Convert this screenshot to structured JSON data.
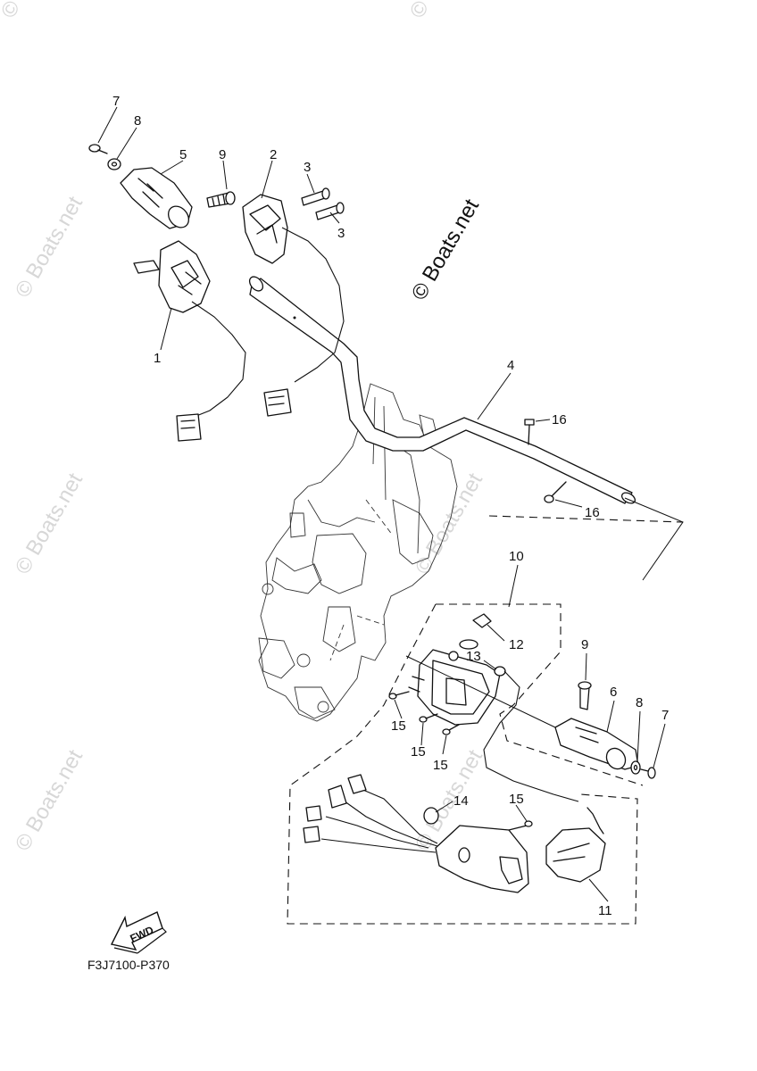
{
  "watermark": {
    "text": "© Boats.net",
    "main_text": "© Boats.net"
  },
  "diagram_code": "F3J7100-P370",
  "fwd_label": "FWD",
  "callouts": [
    {
      "id": "c7a",
      "text": "7"
    },
    {
      "id": "c8a",
      "text": "8"
    },
    {
      "id": "c5",
      "text": "5"
    },
    {
      "id": "c9a",
      "text": "9"
    },
    {
      "id": "c2",
      "text": "2"
    },
    {
      "id": "c3a",
      "text": "3"
    },
    {
      "id": "c3b",
      "text": "3"
    },
    {
      "id": "c1",
      "text": "1"
    },
    {
      "id": "c4",
      "text": "4"
    },
    {
      "id": "c16a",
      "text": "16"
    },
    {
      "id": "c16b",
      "text": "16"
    },
    {
      "id": "c10",
      "text": "10"
    },
    {
      "id": "c12",
      "text": "12"
    },
    {
      "id": "c13",
      "text": "13"
    },
    {
      "id": "c9b",
      "text": "9"
    },
    {
      "id": "c6",
      "text": "6"
    },
    {
      "id": "c8b",
      "text": "8"
    },
    {
      "id": "c7b",
      "text": "7"
    },
    {
      "id": "c15a",
      "text": "15"
    },
    {
      "id": "c15b",
      "text": "15"
    },
    {
      "id": "c15c",
      "text": "15"
    },
    {
      "id": "c14",
      "text": "14"
    },
    {
      "id": "c15d",
      "text": "15"
    },
    {
      "id": "c11",
      "text": "11"
    }
  ]
}
